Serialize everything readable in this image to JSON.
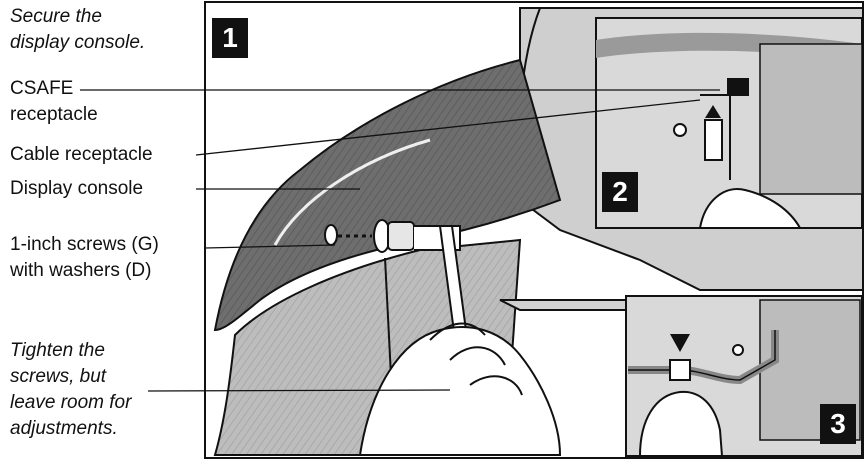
{
  "labels": {
    "secure_console": "Secure the\ndisplay console.",
    "csafe": "CSAFE\nreceptacle",
    "cable_receptacle": "Cable receptacle",
    "display_console": "Display console",
    "screws": "1-inch screws (G)\nwith washers (D)",
    "tighten": "Tighten the\nscrews, but\nleave room for\nadjustments."
  },
  "steps": {
    "step1": "1",
    "step2": "2",
    "step3": "3"
  },
  "colors": {
    "frame_fill": "#ffffff",
    "console_dark": "#6e6e6e",
    "upright_grey": "#b8b8b8",
    "inset_bg": "#d6d6d6",
    "ink": "#111111"
  }
}
